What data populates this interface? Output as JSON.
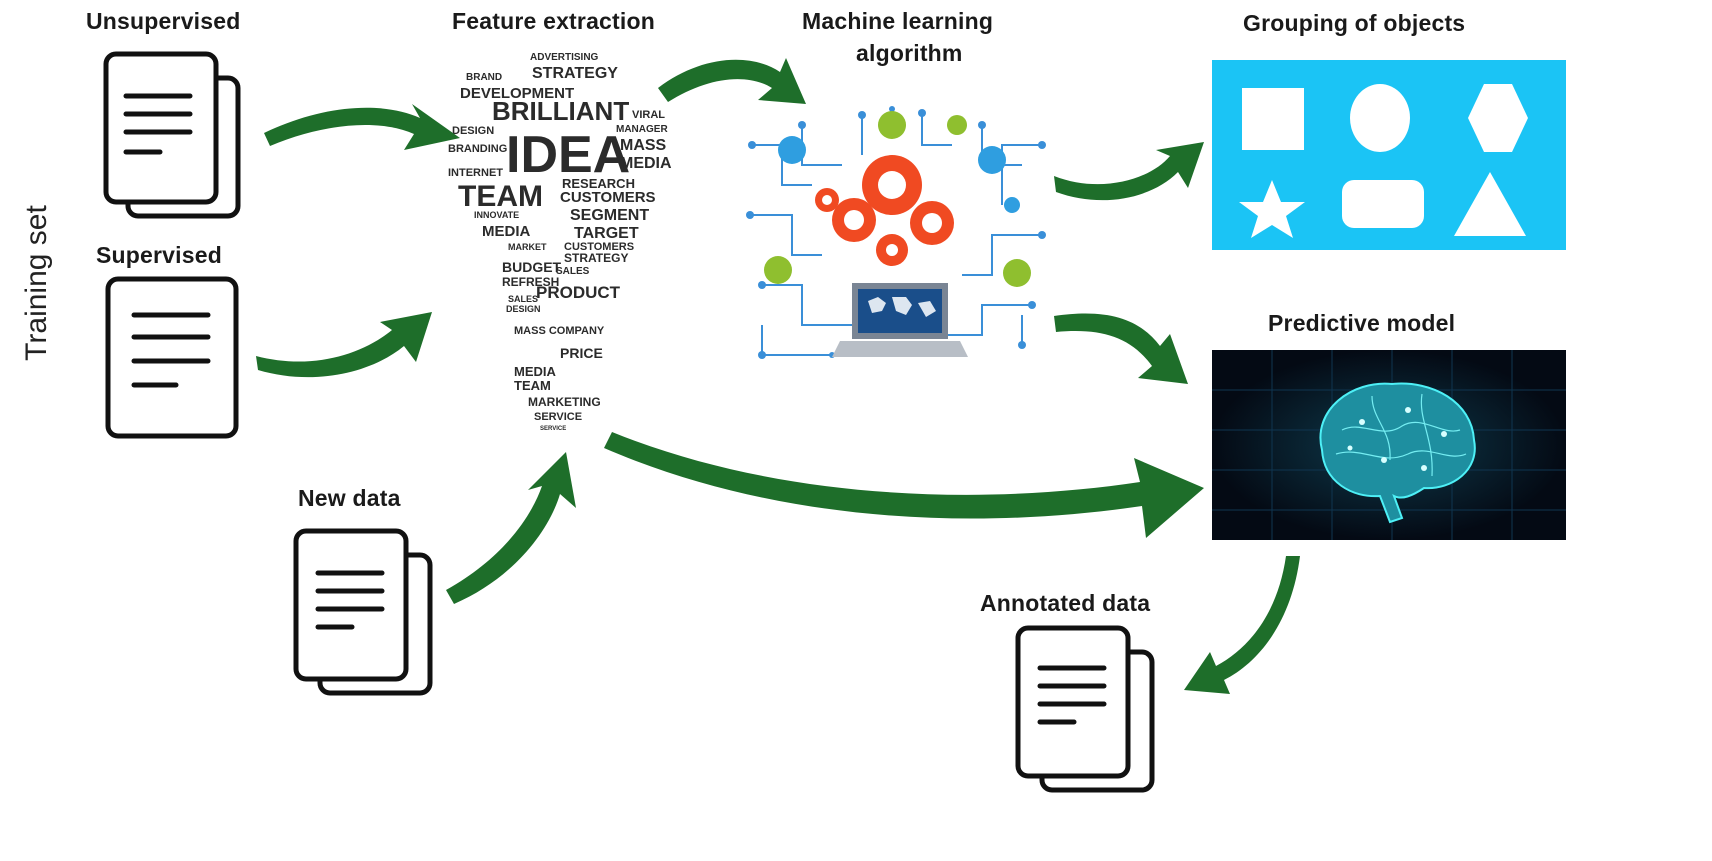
{
  "labels": {
    "training_set": "Training set",
    "unsupervised": "Unsupervised",
    "supervised": "Supervised",
    "new_data": "New data",
    "feature_extraction": "Feature extraction",
    "ml_line1": "Machine learning",
    "ml_line2": "algorithm",
    "grouping": "Grouping of objects",
    "predictive": "Predictive model",
    "annotated": "Annotated data"
  },
  "word_cloud": {
    "w01": "ADVERTISING",
    "w02": "STRATEGY",
    "w03": "BRAND",
    "w04": "DEVELOPMENT",
    "w05": "BRILLIANT",
    "w06": "IDEA",
    "w07": "MANAGER",
    "w08": "DESIGN",
    "w09": "MASS",
    "w10": "MEDIA",
    "w11": "VIRAL",
    "w12": "BRANDING",
    "w13": "INTERNET",
    "w14": "TEAM",
    "w15": "RESEARCH",
    "w16": "CUSTOMERS",
    "w17": "INNOVATE",
    "w18": "SEGMENT",
    "w19": "MEDIA",
    "w20": "TARGET",
    "w21": "CUSTOMERS",
    "w22": "STRATEGY",
    "w23": "BUDGET",
    "w24": "SALES",
    "w25": "REFRESH",
    "w26": "PRODUCT",
    "w27": "DESIGN",
    "w28": "MASS COMPANY",
    "w29": "PRICE",
    "w30": "MEDIA",
    "w31": "TEAM",
    "w32": "MARKETING",
    "w33": "SERVICE",
    "w34": "SERVICE",
    "w35": "SALES",
    "w36": "MARKET"
  },
  "colors": {
    "arrow": "#1e6e2a",
    "group_panel": "#1bc4f5",
    "brain_bg": "#050d18",
    "brain_glow": "#34e4ee",
    "gear": "#f04a22",
    "circuit": "#3a8fd8"
  },
  "icons": [
    "document-icon",
    "lightbulb-word-cloud",
    "gears-laptop-icon",
    "brain-icon",
    "shapes-panel"
  ]
}
